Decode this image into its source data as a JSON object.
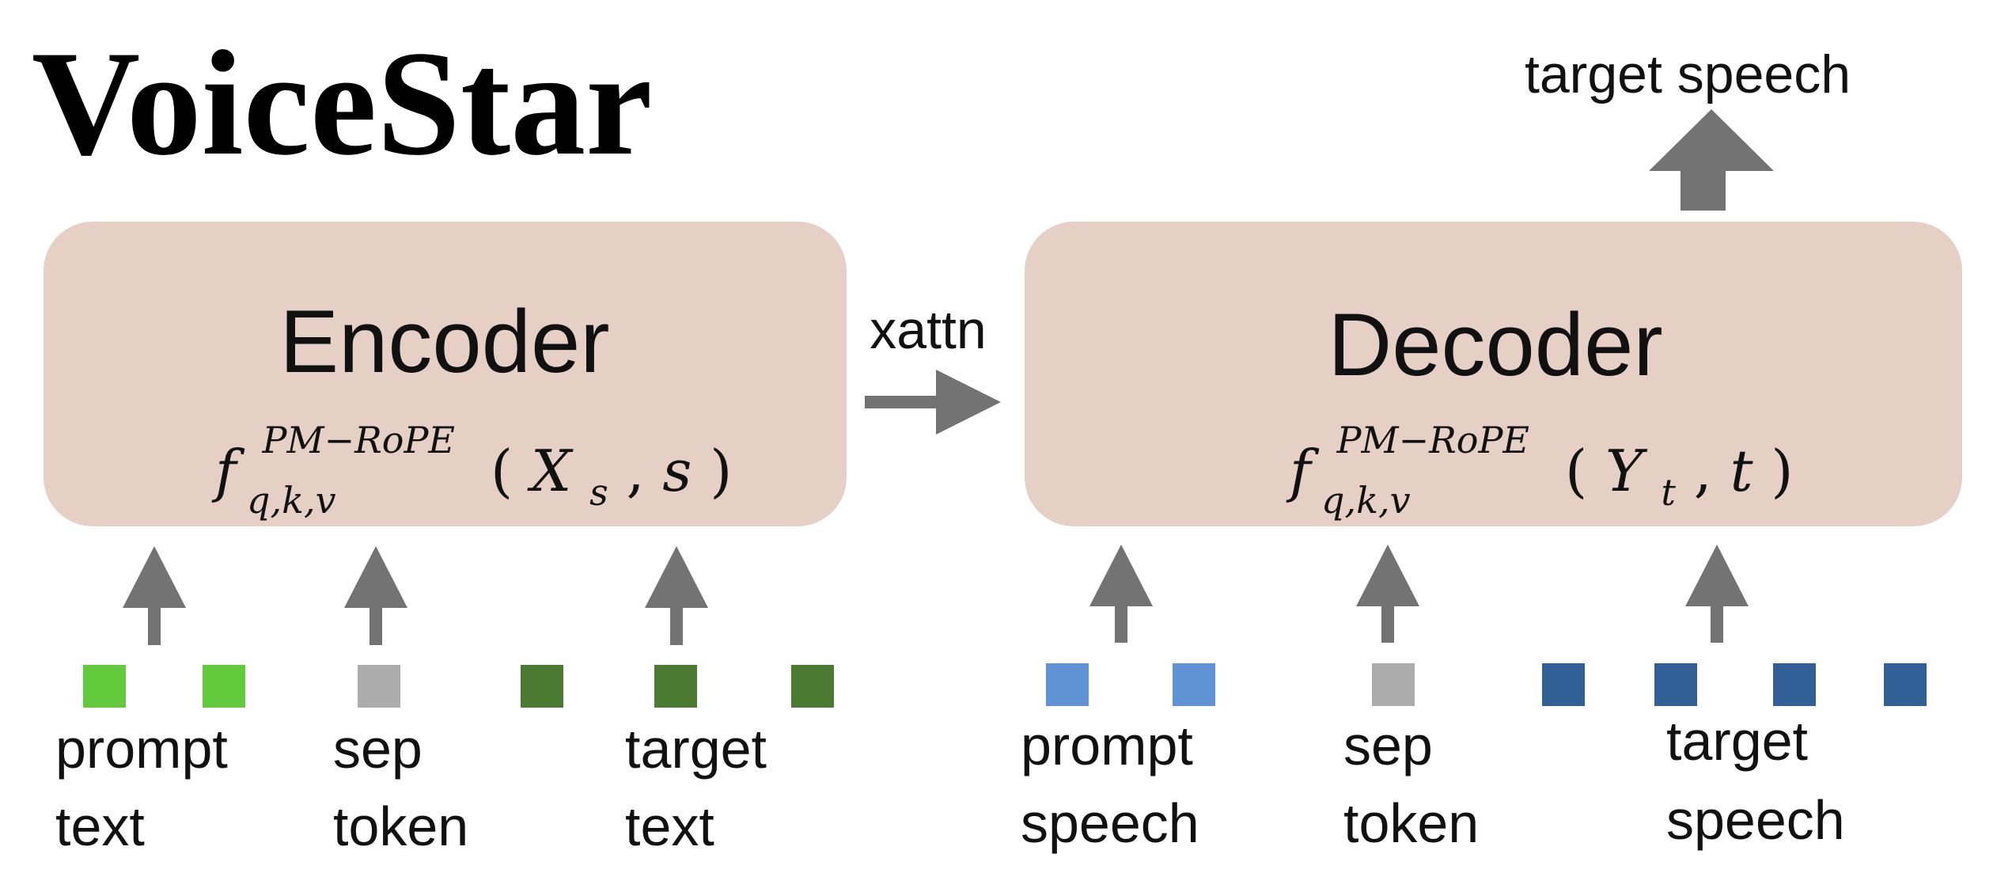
{
  "title": "VoiceStar",
  "colors": {
    "box_fill": "#e6d0c6",
    "arrow": "#737373",
    "prompt_text_token": "#63c93d",
    "target_text_token": "#4b7a32",
    "sep_token": "#acacac",
    "prompt_speech_token": "#5f93d3",
    "target_speech_token": "#335f97"
  },
  "encoder": {
    "label": "Encoder",
    "formula": {
      "base": "f",
      "superscript": "PM−RoPE",
      "subscript": "q,k,v",
      "open": "(",
      "arg1": "X",
      "arg1_sub": "s",
      "comma": ", ",
      "arg2": "s",
      "close": ")"
    },
    "inputs": [
      {
        "line1": "prompt",
        "line2": "text"
      },
      {
        "line1": "sep",
        "line2": "token"
      },
      {
        "line1": "target",
        "line2": "text"
      }
    ]
  },
  "connector": {
    "label": "xattn"
  },
  "decoder": {
    "label": "Decoder",
    "formula": {
      "base": "f",
      "superscript": "PM−RoPE",
      "subscript": "q,k,v",
      "open": "(",
      "arg1": "Y",
      "arg1_sub": "t",
      "comma": ", ",
      "arg2": "t",
      "close": ")"
    },
    "inputs": [
      {
        "line1": "prompt",
        "line2": "speech"
      },
      {
        "line1": "sep",
        "line2": "token"
      },
      {
        "line1": "target",
        "line2": "speech"
      }
    ],
    "output": {
      "label": "target speech"
    }
  }
}
